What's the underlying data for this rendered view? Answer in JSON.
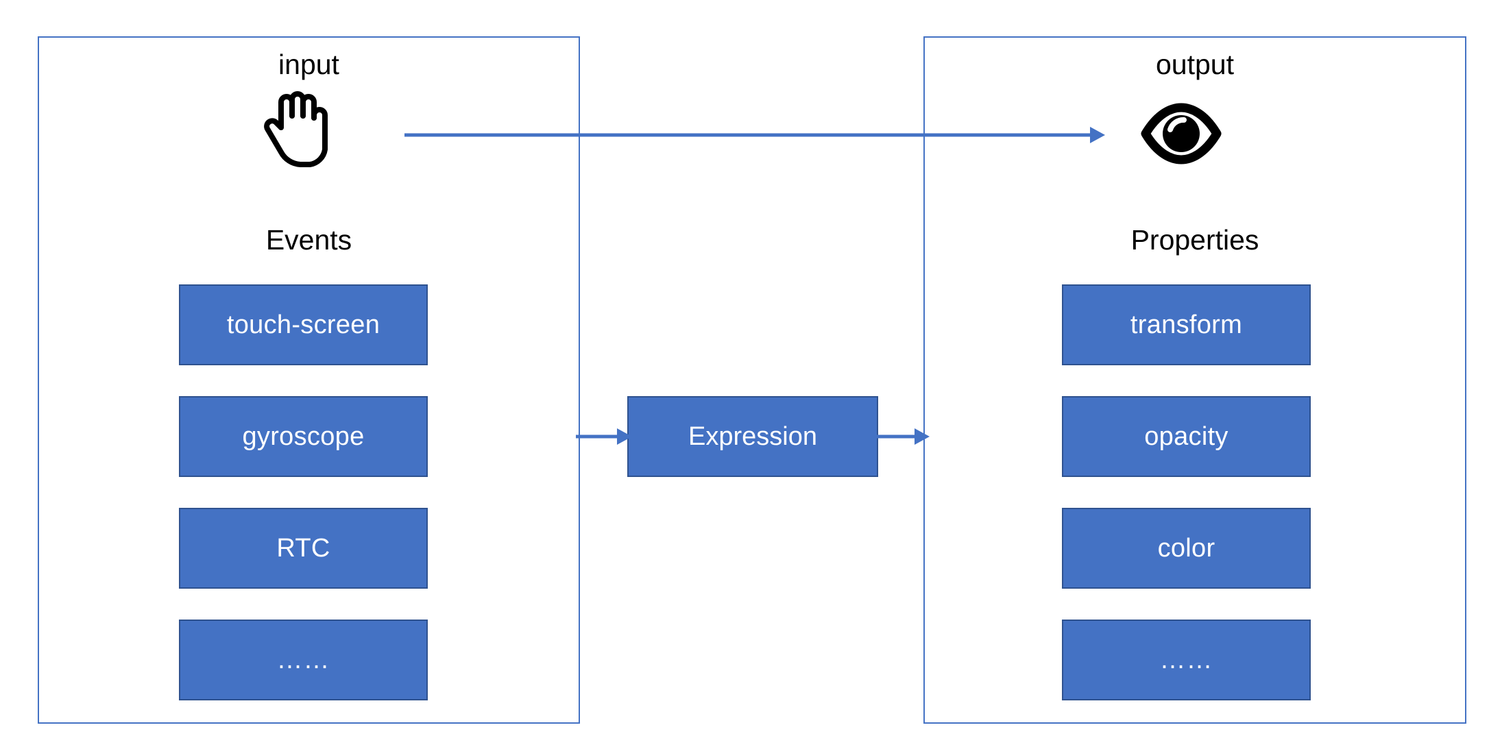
{
  "diagram": {
    "accent_color": "#4472C4",
    "box_fill": "#4472C4",
    "box_border": "#2F528F",
    "box_text_color": "#FFFFFF",
    "panel_border_color": "#4472C4",
    "label_color": "#000000"
  },
  "input_panel": {
    "title": "input",
    "icon": "hand-icon",
    "section_label": "Events",
    "items": [
      {
        "label": "touch-screen"
      },
      {
        "label": "gyroscope"
      },
      {
        "label": "RTC"
      },
      {
        "label": "……"
      }
    ]
  },
  "output_panel": {
    "title": "output",
    "icon": "eye-icon",
    "section_label": "Properties",
    "items": [
      {
        "label": "transform"
      },
      {
        "label": "opacity"
      },
      {
        "label": "color"
      },
      {
        "label": "……"
      }
    ]
  },
  "center": {
    "expression_label": "Expression"
  },
  "connectors": [
    {
      "name": "input-to-output",
      "from": "input",
      "to": "output"
    },
    {
      "name": "events-to-expression",
      "from": "Events",
      "to": "Expression"
    },
    {
      "name": "expression-to-properties",
      "from": "Expression",
      "to": "Properties"
    }
  ]
}
